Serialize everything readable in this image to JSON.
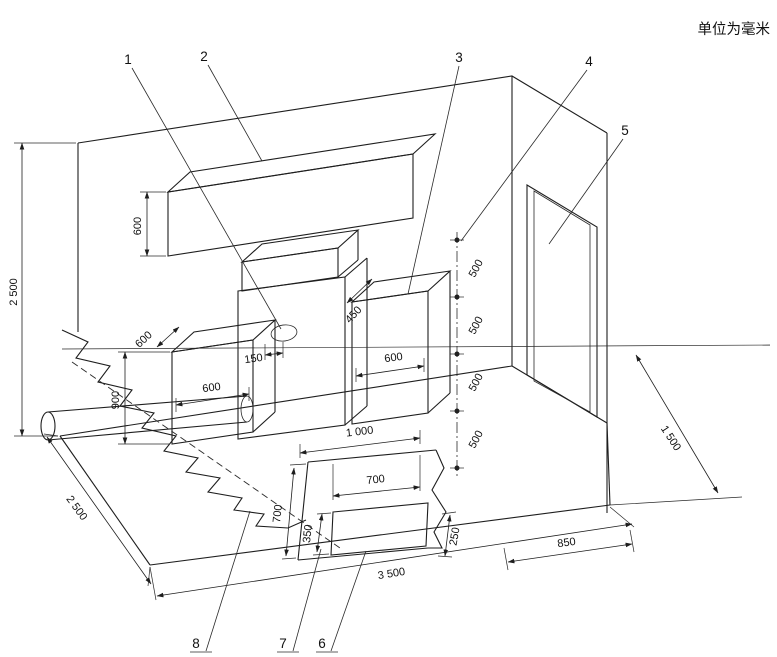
{
  "unit_note": "单位为毫米",
  "callouts": [
    "1",
    "2",
    "3",
    "4",
    "5",
    "6",
    "7",
    "8"
  ],
  "dims": {
    "wall_height": "2 500",
    "hood_height": "600",
    "cube_left_depth": "600",
    "cube_left_height": "900",
    "cube_left_width": "600",
    "hob_offset": "150",
    "counter_depth": "450",
    "cube_right_width": "600",
    "gap_width": "1 000",
    "spacing": [
      "500",
      "500",
      "500",
      "500"
    ],
    "pit_width": "700",
    "pit_depth": "700",
    "pit_inner_depth": "350",
    "pit_edge_offset": "250",
    "floor_depth": "2 500",
    "floor_width": "3 500",
    "door_clearance": "850",
    "side_depth": "1 500"
  },
  "colors": {
    "line": "#1e1e1e",
    "background": "#ffffff"
  }
}
